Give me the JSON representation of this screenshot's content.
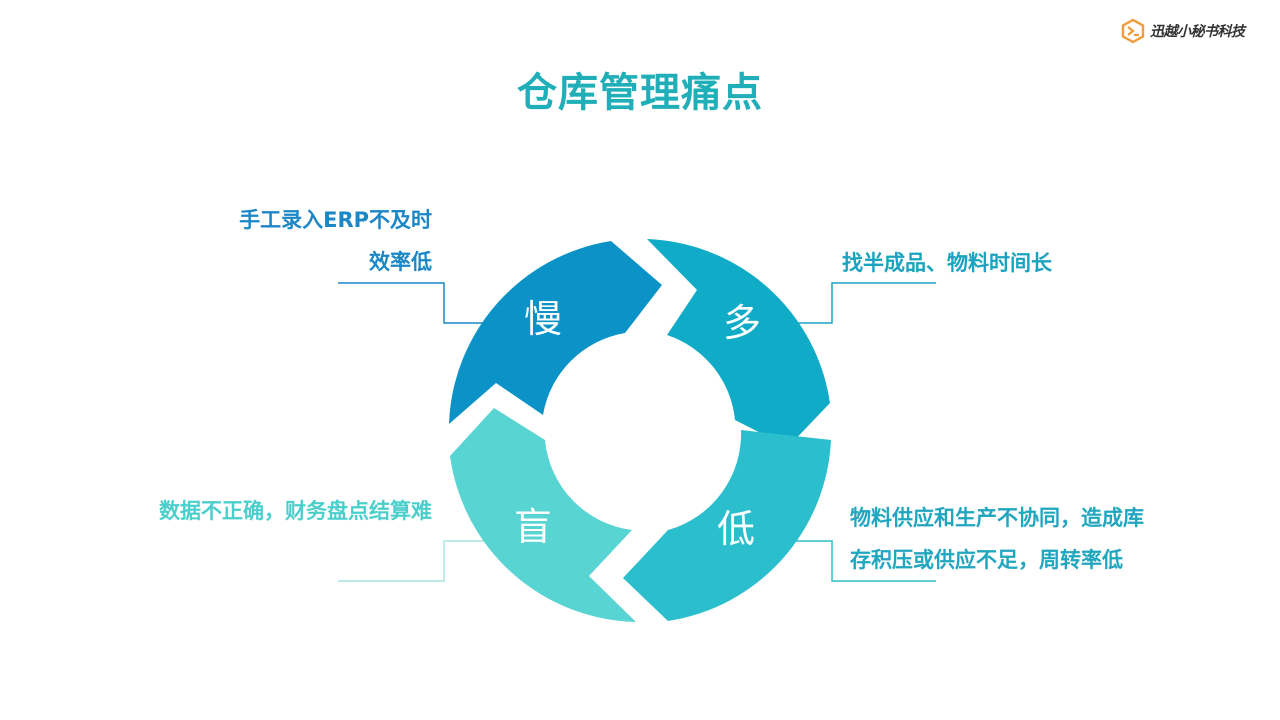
{
  "brand": {
    "name": "迅越小秘书科技",
    "logo_color": "#f29b38"
  },
  "title": "仓库管理痛点",
  "segments": [
    {
      "id": "slow",
      "char": "慢",
      "color": "#0b93c7",
      "desc_lines": [
        "手工录入ERP不及时",
        "效率低"
      ],
      "text_color": "#1b87c6"
    },
    {
      "id": "many",
      "char": "多",
      "color": "#10abc6",
      "desc_lines": [
        "找半成品、物料时间长"
      ],
      "text_color": "#1aa3bf"
    },
    {
      "id": "low",
      "char": "低",
      "color": "#2bbfcd",
      "desc_lines": [
        "物料供应和生产不协同，造成库",
        "存积压或供应不足，周转率低"
      ],
      "text_color": "#21a6bf"
    },
    {
      "id": "blind",
      "char": "盲",
      "color": "#58d4d2",
      "desc_lines": [
        "数据不正确，财务盘点结算难"
      ],
      "text_color": "#4bcfcc"
    }
  ]
}
